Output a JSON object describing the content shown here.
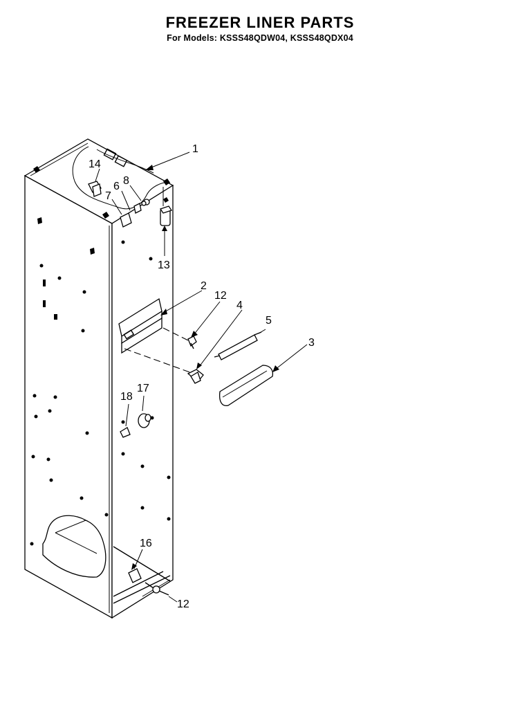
{
  "header": {
    "title": "FREEZER LINER PARTS",
    "subtitle": "For Models: KSSS48QDW04, KSSS48QDX04"
  },
  "callouts": {
    "c1": "1",
    "c2": "2",
    "c3": "3",
    "c4": "4",
    "c5": "5",
    "c6": "6",
    "c7": "7",
    "c8": "8",
    "c12a": "12",
    "c12b": "12",
    "c13": "13",
    "c14": "14",
    "c16": "16",
    "c17": "17",
    "c18": "18"
  }
}
